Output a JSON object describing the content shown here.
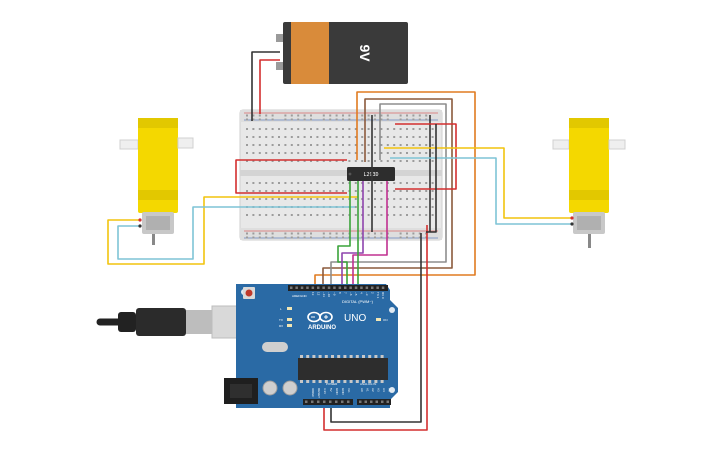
{
  "battery": {
    "label": "9V"
  },
  "driver_chip": {
    "label": "L293D"
  },
  "arduino": {
    "brand": "ARDUINO",
    "model": "UNO",
    "digital_header": "DIGITAL (PWM~)",
    "power_header": "POWER",
    "analog_header": "ANALOG IN",
    "led_tx": "TX",
    "led_rx": "RX",
    "led_l": "L",
    "led_on": "ON",
    "pin_aref": "AREF",
    "pin_gnd": "GND",
    "digital_pins": [
      "13",
      "12",
      "~11",
      "~10",
      "~9",
      "8",
      "7",
      "~6",
      "~5",
      "4",
      "~3",
      "2",
      "TX 1",
      "RX 0"
    ],
    "power_pins": [
      "IOREF",
      "RESET",
      "3.3V",
      "5V",
      "GND",
      "GND",
      "Vin"
    ],
    "analog_pins": [
      "A0",
      "A1",
      "A2",
      "A3",
      "A4",
      "A5"
    ]
  },
  "colors": {
    "wire_red": "#d32f2f",
    "wire_black": "#333333",
    "wire_orange": "#e07b20",
    "wire_gray": "#8d8d8d",
    "wire_brown": "#8b5a3c",
    "wire_yellow": "#f2c40f",
    "wire_cyan": "#7fc4d6",
    "wire_green": "#3aa33a",
    "wire_purple": "#8e44ad",
    "wire_magenta": "#c03090",
    "board_blue": "#2a6aa5",
    "motor_yellow": "#f4d800",
    "battery_orange": "#d98b3a"
  }
}
